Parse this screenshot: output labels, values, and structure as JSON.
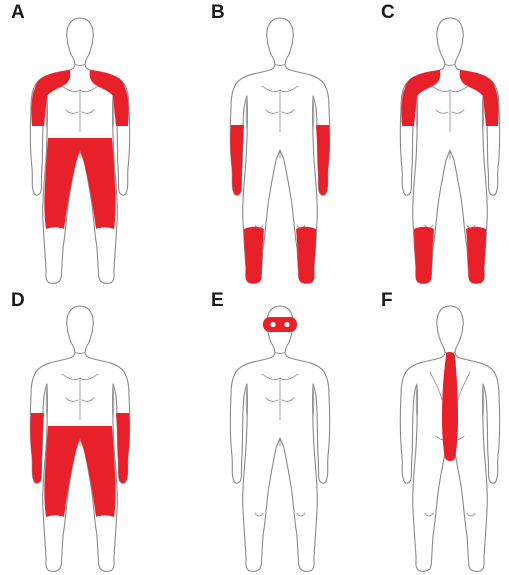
{
  "highlight_color": "#e8202a",
  "panels": [
    {
      "label": "A",
      "view": "front",
      "regions": [
        "shoulders-upper-arms",
        "hips-thighs"
      ]
    },
    {
      "label": "B",
      "view": "front",
      "regions": [
        "forearms-hands",
        "lower-legs-feet"
      ]
    },
    {
      "label": "C",
      "view": "front",
      "regions": [
        "shoulders-upper-arms",
        "lower-legs-feet"
      ]
    },
    {
      "label": "D",
      "view": "front",
      "regions": [
        "forearms-hands",
        "hips-thighs"
      ]
    },
    {
      "label": "E",
      "view": "front",
      "regions": [
        "eyes"
      ]
    },
    {
      "label": "F",
      "view": "back",
      "regions": [
        "spine"
      ]
    }
  ]
}
